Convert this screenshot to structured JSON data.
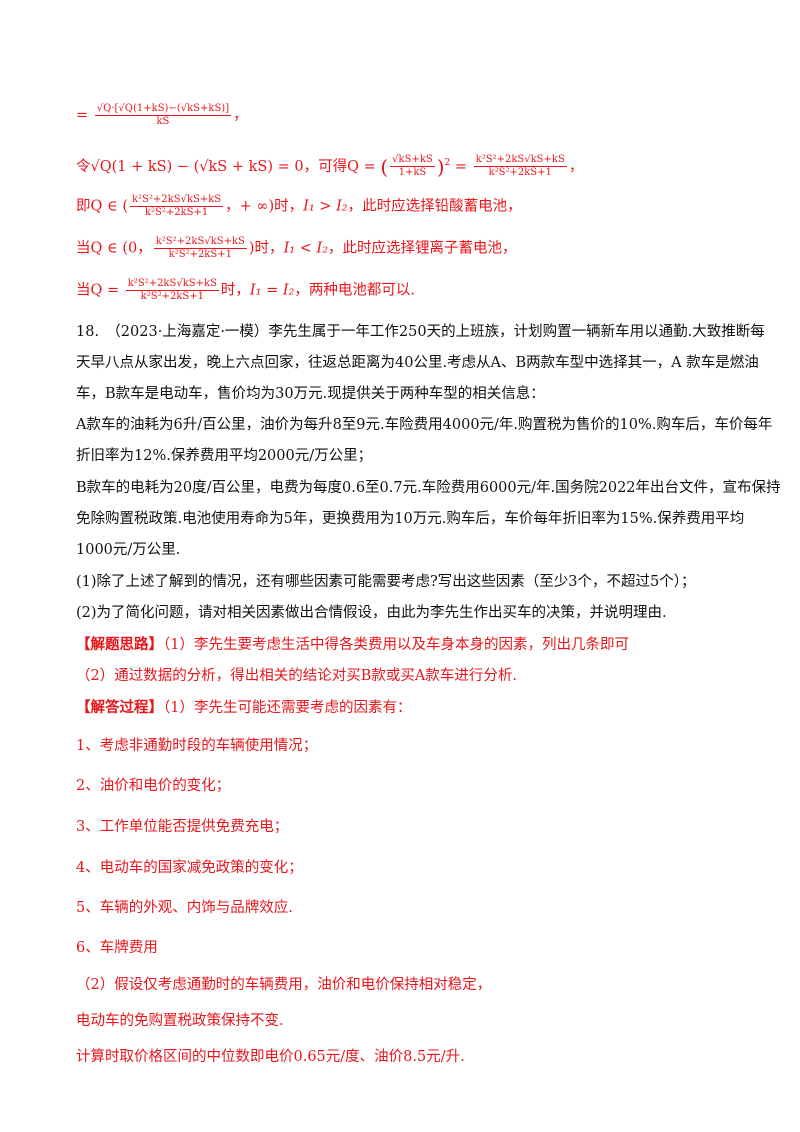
{
  "math": {
    "line1": {
      "lead": "=",
      "num": "√Q·[√Q(1+kS)−(√kS+kS)]",
      "den": "kS",
      "tail": "，"
    },
    "line2": {
      "lead": "令√Q(1 + kS) − (√kS + kS) = 0，可得Q = ",
      "frac1_num": "√kS+kS",
      "frac1_den": "1+kS",
      "exp": "2",
      "eq": " = ",
      "frac2_num": "k²S²+2kS√kS+kS",
      "frac2_den": "k²S²+2kS+1",
      "tail": "，"
    },
    "line3": {
      "lead": "即Q ∈ (",
      "num": "k²S²+2kS√kS+kS",
      "den": "k²S²+2kS+1",
      "mid": "，+ ∞)时，",
      "cond": "I₁ > I₂",
      "tail": "，此时应选择铅酸蓄电池，"
    },
    "line4": {
      "lead": "当Q ∈ (0，",
      "num": "k²S²+2kS√kS+kS",
      "den": "k²S²+2kS+1",
      "mid": ")时，",
      "cond": "I₁ < I₂",
      "tail": "，此时应选择锂离子蓄电池，"
    },
    "line5": {
      "lead": "当Q = ",
      "num": "k²S²+2kS√kS+kS",
      "den": "k²S²+2kS+1",
      "mid": "时，",
      "cond": "I₁ = I₂",
      "tail": "，两种电池都可以."
    }
  },
  "question": {
    "p1": "18.　（2023·上海嘉定·一模）李先生属于一年工作250天的上班族，计划购置一辆新车用以通勤.大致推断每",
    "p2": "天早八点从家出发，晚上六点回家，往返总距离为40公里.考虑从A、B两款车型中选择其一，A 款车是燃油",
    "p3": "车，B款车是电动车，售价均为30万元.现提供关于两种车型的相关信息：",
    "p4": "A款车的油耗为6升/百公里，油价为每升8至9元.车险费用4000元/年.购置税为售价的10%.购车后，车价每年",
    "p5": "折旧率为12%.保养费用平均2000元/万公里；",
    "p6": "B款车的电耗为20度/百公里，电费为每度0.6至0.7元.车险费用6000元/年.国务院2022年出台文件，宣布保持",
    "p7": "免除购置税政策.电池使用寿命为5年，更换费用为10万元.购车后，车价每年折旧率为15%.保养费用平均",
    "p8": "1000元/万公里.",
    "q1": "(1)除了上述了解到的情况，还有哪些因素可能需要考虑?写出这些因素（至少3个，不超过5个）；",
    "q2": "(2)为了简化问题，请对相关因素做出合情假设，由此为李先生作出买车的决策，并说明理由."
  },
  "answer": {
    "thinking_label": "【解题思路】",
    "thinking1": "（1）李先生要考虑生活中得各类费用以及车身本身的因素，列出几条即可",
    "thinking2": "（2）通过数据的分析，得出相关的结论对买B款或买A款车进行分析.",
    "process_label": "【解答过程】",
    "process1": "（1）李先生可能还需要考虑的因素有：",
    "items": [
      "1、考虑非通勤时段的车辆使用情况；",
      "2、油价和电价的变化；",
      "3、工作单位能否提供免费充电；",
      "4、电动车的国家减免政策的变化；",
      "5、车辆的外观、内饰与品牌效应.",
      "6、车牌费用"
    ],
    "part2_1": "（2）假设仅考虑通勤时的车辆费用，油价和电价保持相对稳定，",
    "part2_2": "电动车的免购置税政策保持不变.",
    "part2_3": "计算时取价格区间的中位数即电价0.65元/度、油价8.5元/升."
  },
  "colors": {
    "answer_red": "#e8161b",
    "text": "#111111"
  }
}
